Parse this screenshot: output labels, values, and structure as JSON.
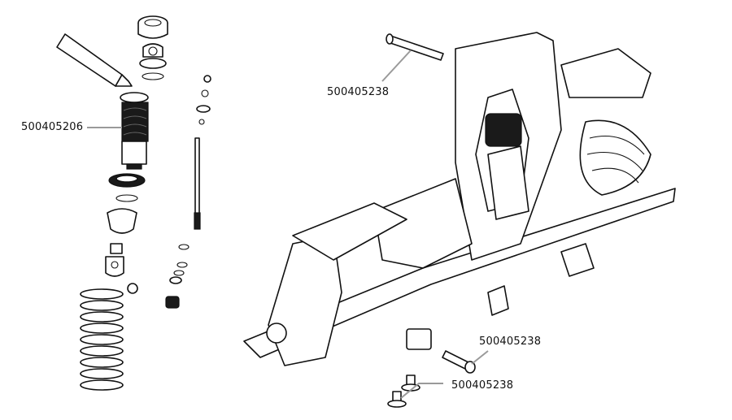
{
  "diagram": {
    "type": "exploded-parts-diagram",
    "subject": "RC car rear shock assembly and chassis",
    "callouts": [
      {
        "id": "shock-body",
        "part_number": "500405206"
      },
      {
        "id": "hinge-pin-top",
        "part_number": "500405238"
      },
      {
        "id": "hinge-pin-bottom",
        "part_number": "500405238"
      },
      {
        "id": "bushings-bottom",
        "part_number": "500405238"
      }
    ],
    "colors": {
      "line": "#111111",
      "leader": "#9a9a9a",
      "background": "#ffffff"
    }
  }
}
